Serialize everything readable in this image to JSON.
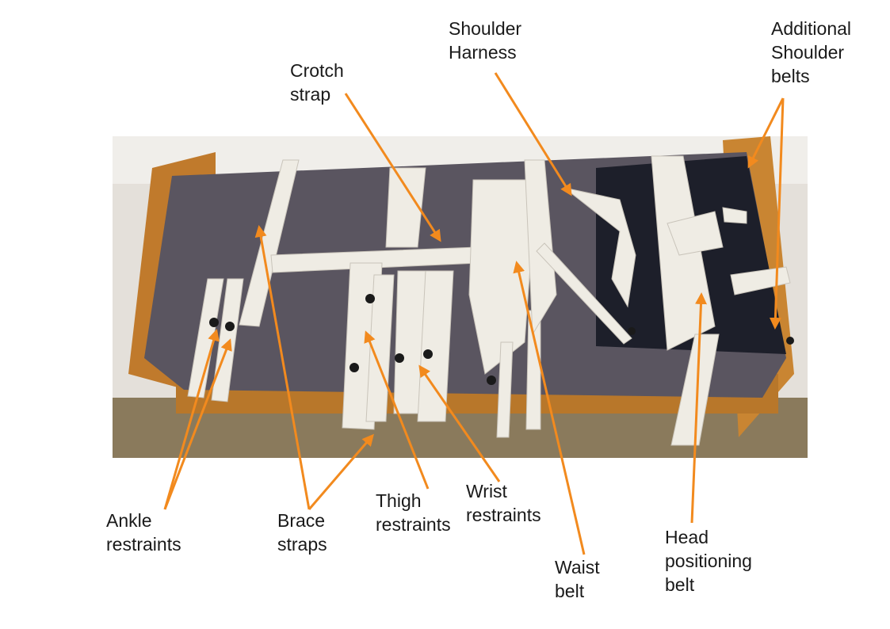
{
  "labels": {
    "crotch": [
      "Crotch",
      "strap"
    ],
    "shoulder_harness": [
      "Shoulder",
      "Harness"
    ],
    "additional_shoulder": [
      "Additional",
      "Shoulder",
      "belts"
    ],
    "ankle": [
      "Ankle",
      "restraints"
    ],
    "brace": [
      "Brace",
      "straps"
    ],
    "thigh": [
      "Thigh",
      "restraints"
    ],
    "wrist": [
      "Wrist",
      "restraints"
    ],
    "waist": [
      "Waist",
      "belt"
    ],
    "head": [
      "Head",
      "positioning",
      "belt"
    ]
  },
  "colors": {
    "arrow": "#f28a1e",
    "mattress": "#5a5560",
    "strap": "#efece4",
    "bed_frame": "#c8812e",
    "wall": "#e9e6e1"
  }
}
